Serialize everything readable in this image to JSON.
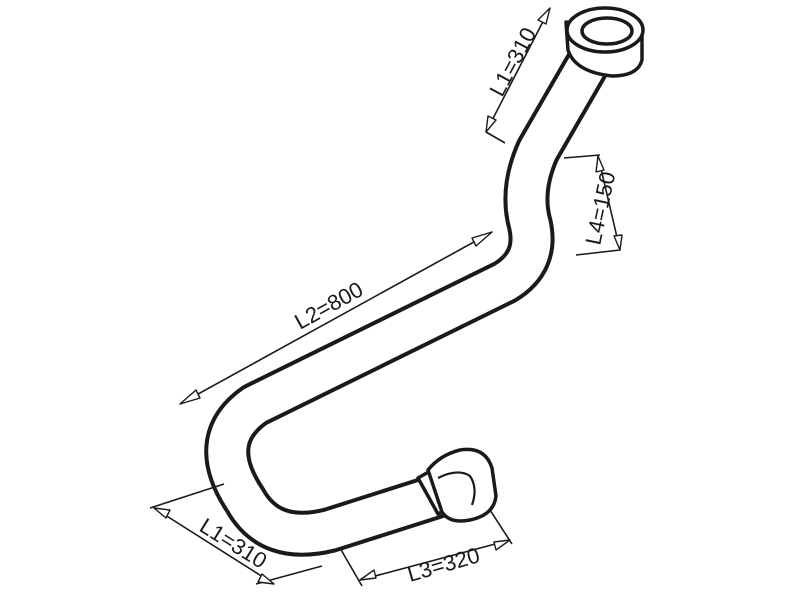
{
  "dimensions": {
    "l1_top": "L1=310",
    "l4": "L4=150",
    "l2": "L2=800",
    "l1_bottom": "L1=310",
    "l3": "L3=320"
  },
  "colors": {
    "line": "#1a1a1a",
    "background": "#ffffff"
  }
}
